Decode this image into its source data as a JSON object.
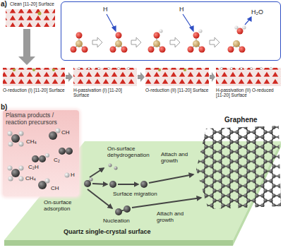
{
  "diagram": {
    "nodes": [
      {
        "text": [
          "H",
          "H",
          "H₂O"
        ]
      },
      {
        "text": [
          "Plasma products / reaction precursors",
          "CH",
          "CH₄",
          "C₂",
          "C₂H",
          "CH₄",
          "H",
          "CH"
        ]
      },
      {
        "text": [
          "Quartz single-crystal surface"
        ]
      }
    ],
    "labels": [
      "a)",
      "Clean [11-20] Surface",
      "O-reduction (I) [11-20] Surface",
      "H-passivation (I) [11-20] Surface",
      "O-reduction (II) [11-20] Surface",
      "H-passivation (II) O-reduced [11-20] Surface",
      "b)",
      "Graphene",
      "On-surface dehydrogenation",
      "On-surface adsorption",
      "Surface migration",
      "Nucleation",
      "Attach and growth",
      "Attach and growth"
    ]
  }
}
